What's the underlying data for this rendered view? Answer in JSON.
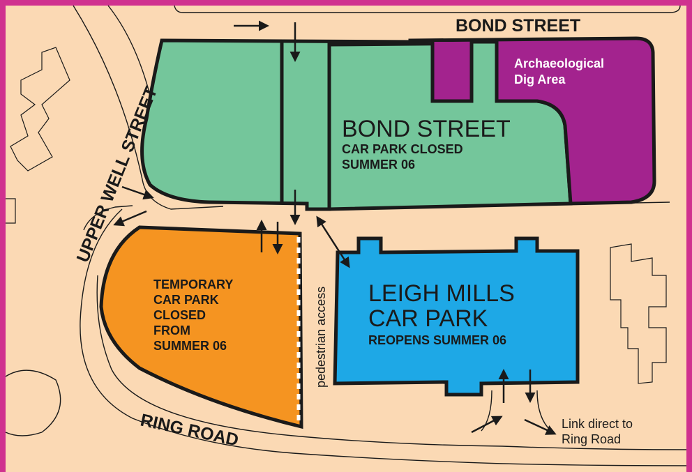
{
  "streets": {
    "bond_street": "BOND STREET",
    "upper_well_street": "UPPER WELL STREET",
    "ring_road": "RING ROAD"
  },
  "zones": {
    "bond_street_car_park": {
      "title": "BOND STREET",
      "line1": "CAR PARK CLOSED",
      "line2": "SUMMER 06",
      "color": "#74c69b"
    },
    "archaeological_dig": {
      "line1": "Archaeological",
      "line2": "Dig Area",
      "color": "#a3238e"
    },
    "temporary_car_park": {
      "lines": [
        "TEMPORARY",
        "CAR PARK",
        "CLOSED",
        "FROM",
        "SUMMER 06"
      ],
      "color": "#f59421"
    },
    "leigh_mills_car_park": {
      "line1": "LEIGH MILLS",
      "line2": "CAR PARK",
      "line3": "REOPENS SUMMER 06",
      "color": "#1ea8e6"
    }
  },
  "labels": {
    "pedestrian_access": "pedestrian access",
    "link_line1": "Link direct to",
    "link_line2": "Ring Road"
  },
  "colors": {
    "background": "#fbd9b4",
    "frame": "#d0318f",
    "outline": "#1a1a1a"
  }
}
